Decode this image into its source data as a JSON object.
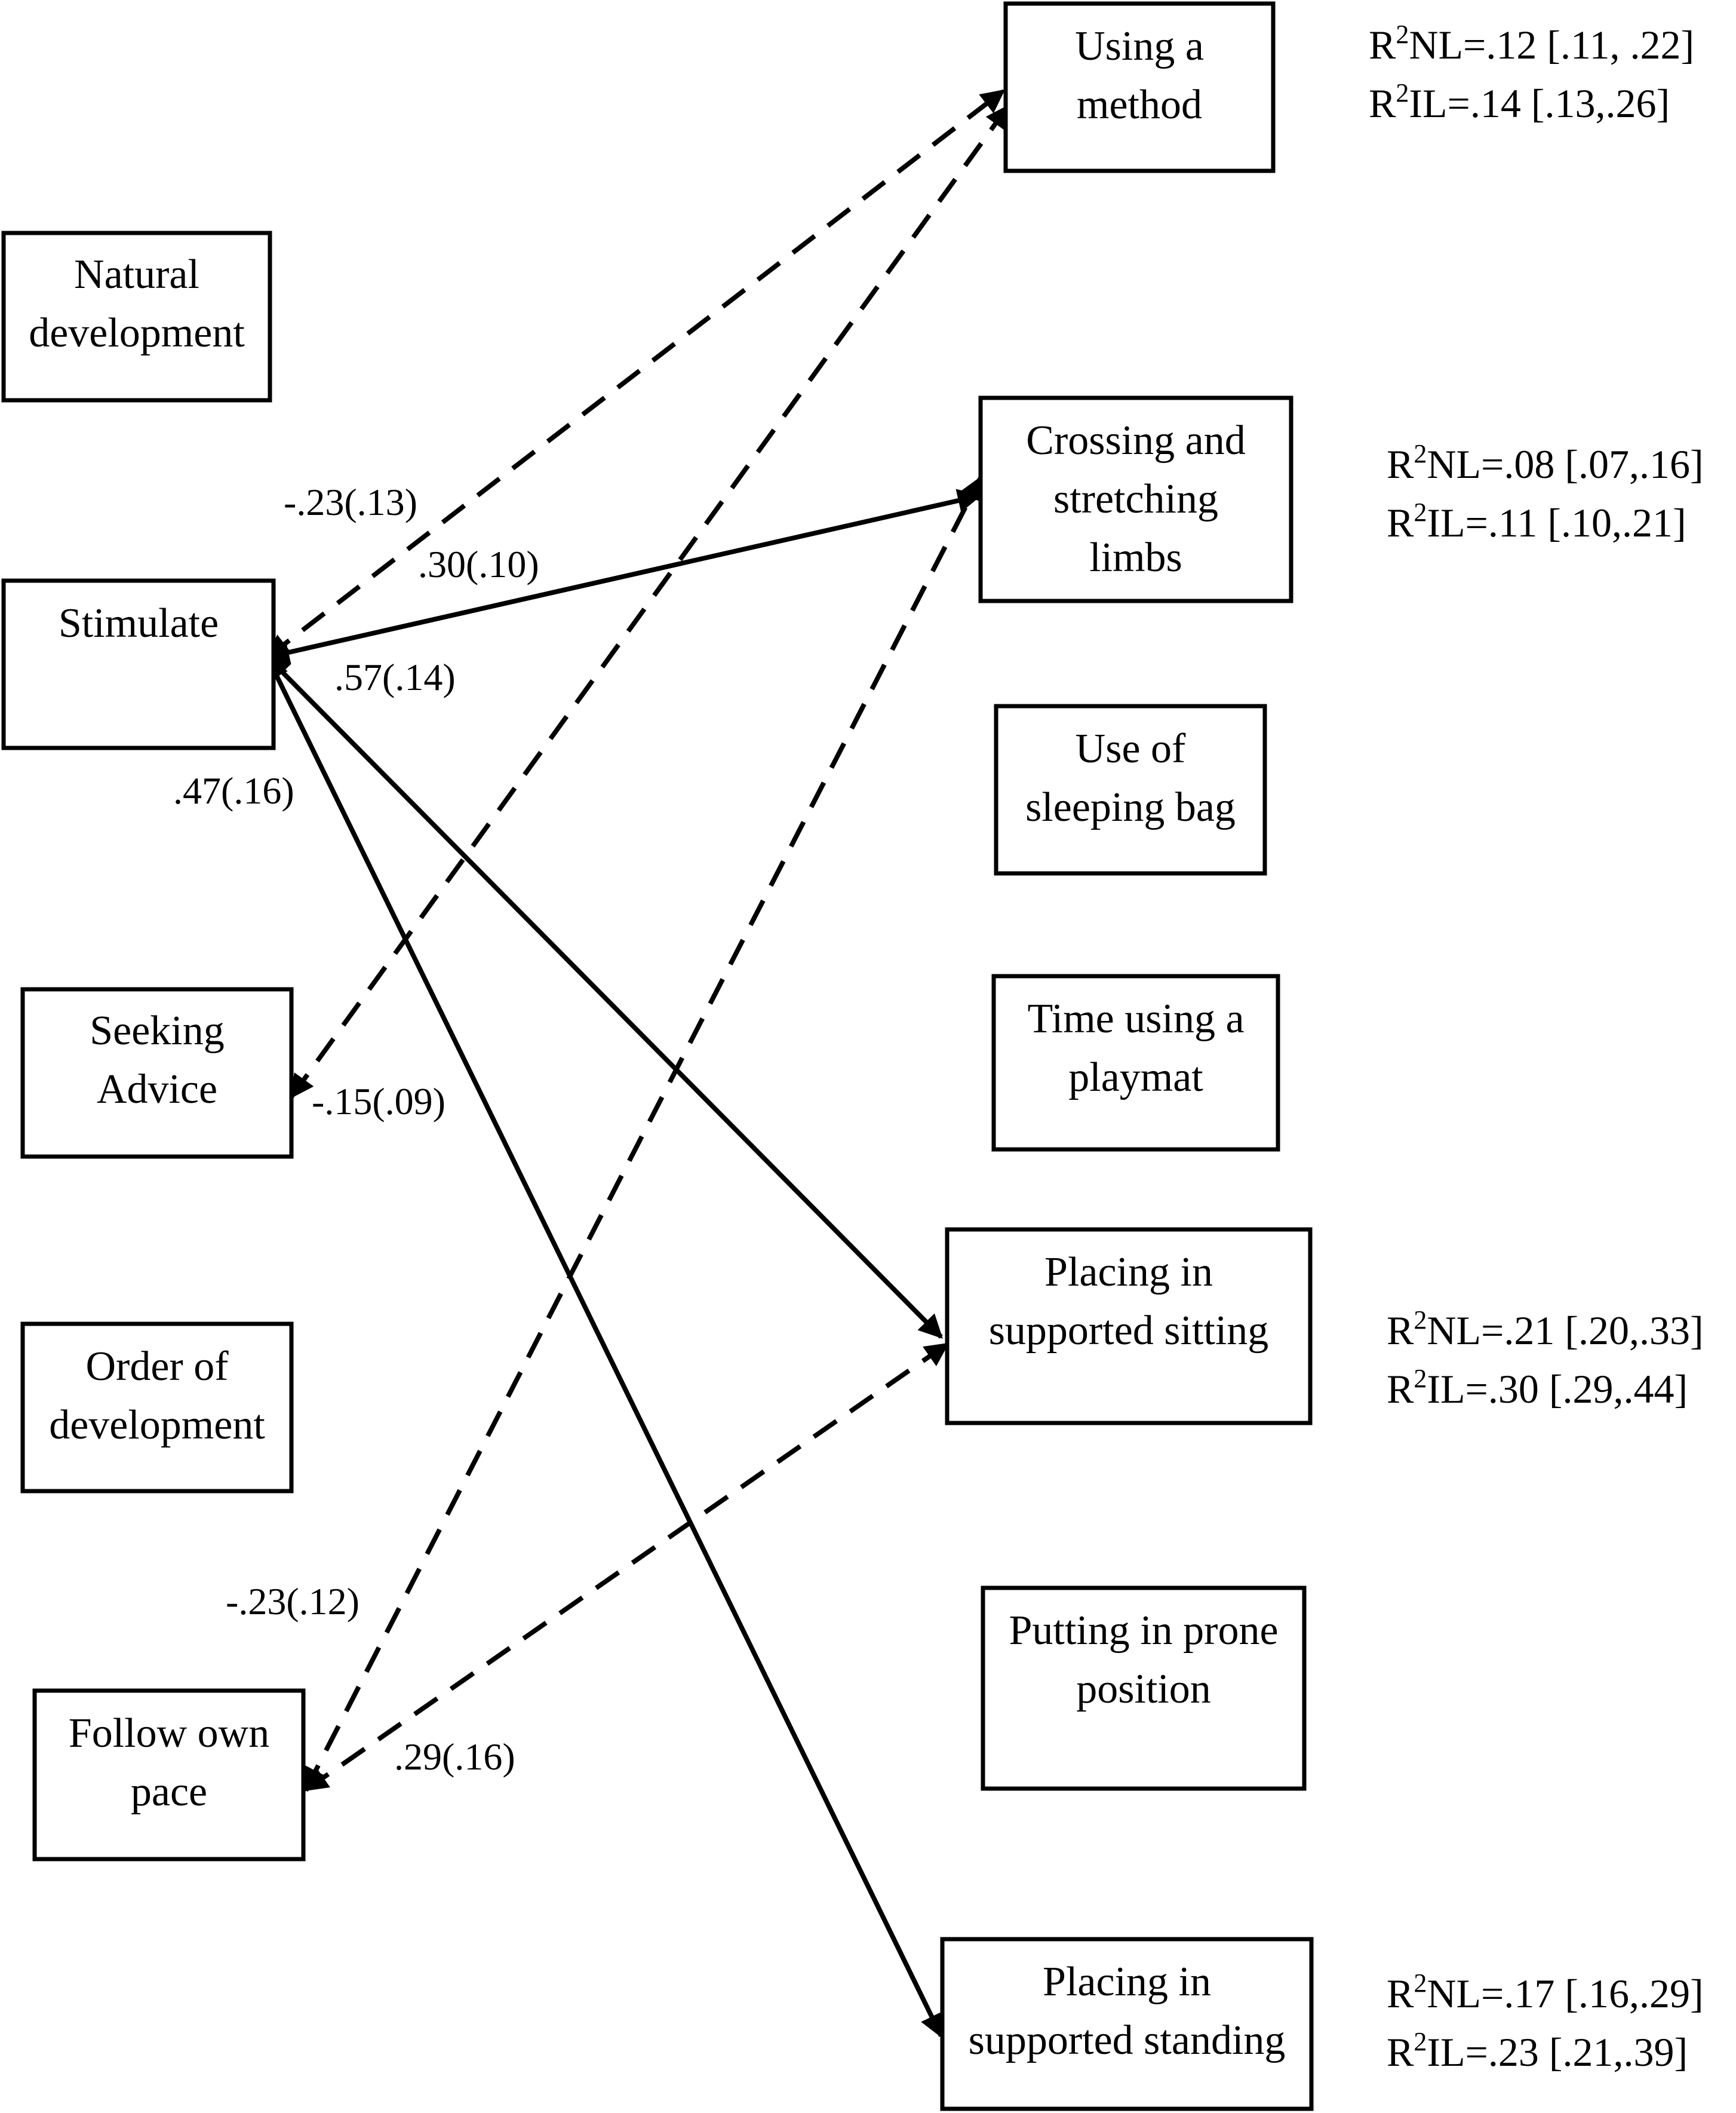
{
  "nodes": {
    "natural_development": [
      "Natural",
      "development"
    ],
    "stimulate": [
      "Stimulate"
    ],
    "seeking_advice": [
      "Seeking",
      "Advice"
    ],
    "order_of_development": [
      "Order of",
      "development"
    ],
    "follow_own_pace": [
      "Follow own",
      "pace"
    ],
    "using_a_method": [
      "Using a",
      "method"
    ],
    "crossing_and_stretching_limbs": [
      "Crossing and",
      "stretching",
      "limbs"
    ],
    "use_of_sleeping_bag": [
      "Use of",
      "sleeping bag"
    ],
    "time_using_a_playmat": [
      "Time using a",
      "playmat"
    ],
    "placing_in_supported_sitting": [
      "Placing in",
      "supported sitting"
    ],
    "putting_in_prone_position": [
      "Putting in prone",
      "position"
    ],
    "placing_in_supported_standing": [
      "Placing in",
      "supported standing"
    ]
  },
  "edges": [
    {
      "from": "stimulate",
      "to": "using_a_method",
      "style": "dashed",
      "label": "-.23(.13)"
    },
    {
      "from": "stimulate",
      "to": "crossing_and_stretching_limbs",
      "style": "solid",
      "label": ".30(.10)"
    },
    {
      "from": "stimulate",
      "to": "placing_in_supported_sitting",
      "style": "solid",
      "label": ".57(.14)"
    },
    {
      "from": "stimulate",
      "to": "placing_in_supported_standing",
      "style": "solid",
      "label": ".47(.16)"
    },
    {
      "from": "seeking_advice",
      "to": "using_a_method",
      "style": "dashed",
      "label": "-.15(.09)"
    },
    {
      "from": "follow_own_pace",
      "to": "crossing_and_stretching_limbs",
      "style": "dashed",
      "label": "-.23(.12)"
    },
    {
      "from": "follow_own_pace",
      "to": "placing_in_supported_sitting",
      "style": "dashed",
      "label": ".29(.16)"
    }
  ],
  "r2": {
    "using_a_method": [
      {
        "prefix": "R",
        "sup": "2",
        "text": "NL=.12 [.11, .22]"
      },
      {
        "prefix": "R",
        "sup": "2",
        "text": "IL=.14 [.13,.26]"
      }
    ],
    "crossing_and_stretching_limbs": [
      {
        "prefix": "R",
        "sup": "2",
        "text": "NL=.08 [.07,.16]"
      },
      {
        "prefix": "R",
        "sup": "2",
        "text": "IL=.11 [.10,.21]"
      }
    ],
    "placing_in_supported_sitting": [
      {
        "prefix": "R",
        "sup": "2",
        "text": "NL=.21 [.20,.33]"
      },
      {
        "prefix": "R",
        "sup": "2",
        "text": "IL=.30 [.29,.44]"
      }
    ],
    "placing_in_supported_standing": [
      {
        "prefix": "R",
        "sup": "2",
        "text": "NL=.17 [.16,.29]"
      },
      {
        "prefix": "R",
        "sup": "2",
        "text": "IL=.23 [.21,.39]"
      }
    ]
  }
}
